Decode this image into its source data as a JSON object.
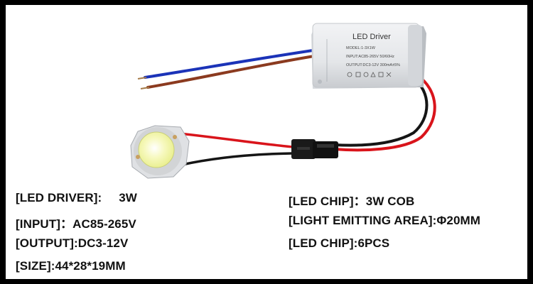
{
  "product_photo": {
    "driver_label": "LED Driver",
    "driver_model": "MODEL:1-3X1W",
    "driver_input": "INPUT:AC85-265V 50/60Hz",
    "driver_output": "OUTPUT:DC3-12V 300mA±5%",
    "colors": {
      "driver_case": "#e6e8ea",
      "wire_red": "#d9141b",
      "wire_black": "#151515",
      "wire_blue": "#1b33b8",
      "wire_brown": "#8b3a1f",
      "chip_glow": "#f4f6a8"
    }
  },
  "specs": {
    "left": [
      {
        "key": "[LED DRIVER]:",
        "value": "3W"
      },
      {
        "key": "[INPUT]：",
        "value": "AC85-265V"
      },
      {
        "key": "[OUTPUT]:",
        "value": "DC3-12V"
      },
      {
        "key": "[SIZE]:",
        "value": "44*28*19MM"
      }
    ],
    "right": [
      {
        "key": "[LED CHIP]：",
        "value": "3W COB"
      },
      {
        "key": "[LIGHT EMITTING AREA]:",
        "value": "Φ20MM"
      },
      {
        "key": "[LED CHIP]:",
        "value": "6PCS"
      }
    ]
  }
}
